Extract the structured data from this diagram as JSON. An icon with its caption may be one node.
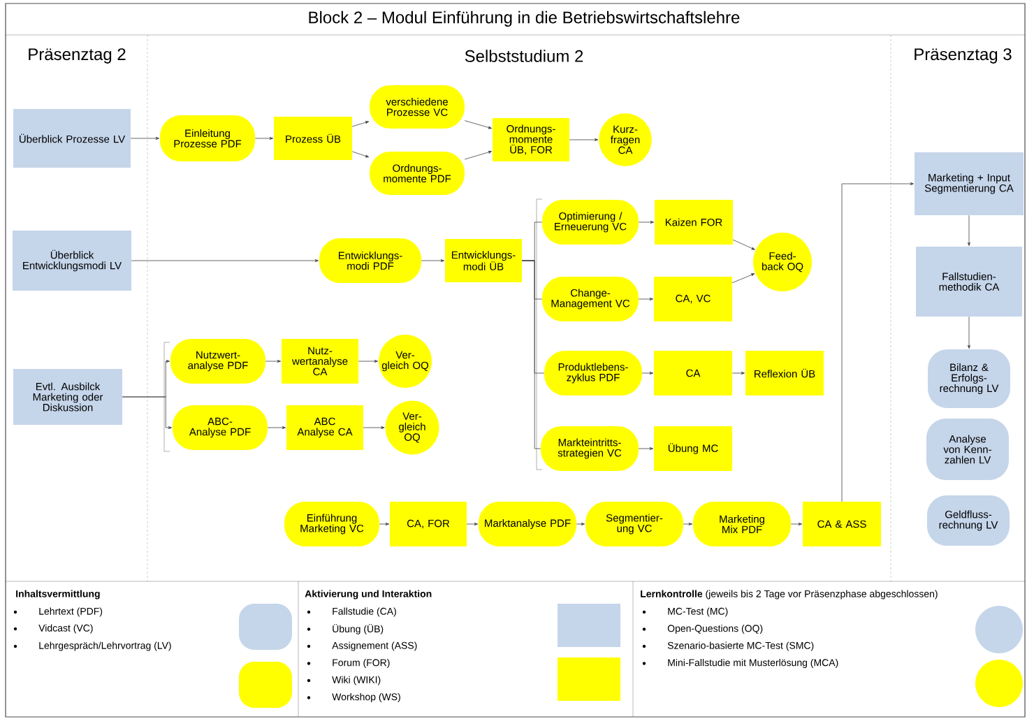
{
  "diagram": {
    "title": "Block 2 – Modul Einführung in die Betriebswirtschaftslehre",
    "nodes": [
      {
        "text": [
          "Überblick Prozesse LV"
        ]
      },
      {
        "text": [
          "Einleitung Prozesse PDF"
        ]
      },
      {
        "text": [
          "Prozess ÜB"
        ]
      },
      {
        "text": [
          "verschiedene Prozesse VC"
        ]
      },
      {
        "text": [
          "Ordnungs- momente PDF"
        ]
      },
      {
        "text": [
          "Ordnungs- momente ÜB, FOR"
        ]
      },
      {
        "text": [
          "Kurz- fragen CA"
        ]
      },
      {
        "text": [
          "Überblick Entwicklungsmodi LV"
        ]
      },
      {
        "text": [
          "Entwicklungs- modi PDF"
        ]
      },
      {
        "text": [
          "Entwicklungs- modi ÜB"
        ]
      },
      {
        "text": [
          "Optimierung / Erneuerung VC"
        ]
      },
      {
        "text": [
          "Kaizen FOR"
        ]
      },
      {
        "text": [
          "Change- Management VC"
        ]
      },
      {
        "text": [
          "CA, VC"
        ]
      },
      {
        "text": [
          "Feed- back OQ"
        ]
      },
      {
        "text": [
          "Produktlebens- zyklus PDF"
        ]
      },
      {
        "text": [
          "CA"
        ]
      },
      {
        "text": [
          "Reflexion ÜB"
        ]
      },
      {
        "text": [
          "Markteintritts- strategien VC"
        ]
      },
      {
        "text": [
          "Übung MC"
        ]
      },
      {
        "text": [
          "Evtl. Ausbilck Marketing oder Diskussion"
        ]
      },
      {
        "text": [
          "Nutzwert- analyse PDF"
        ]
      },
      {
        "text": [
          "Nutz- wertanalyse CA"
        ]
      },
      {
        "text": [
          "Ver- gleich OQ"
        ]
      },
      {
        "text": [
          "ABC-Analyse PDF"
        ]
      },
      {
        "text": [
          "ABC Analyse CA"
        ]
      },
      {
        "text": [
          "Ver- gleich OQ"
        ]
      },
      {
        "text": [
          "Einführung Marketing VC"
        ]
      },
      {
        "text": [
          "CA, FOR"
        ]
      },
      {
        "text": [
          "Marktanalyse PDF"
        ]
      },
      {
        "text": [
          "Segmentier- ung VC"
        ]
      },
      {
        "text": [
          "Marketing Mix PDF"
        ]
      },
      {
        "text": [
          "CA & ASS"
        ]
      },
      {
        "text": [
          "Marketing + Input Segmentierung CA"
        ]
      },
      {
        "text": [
          "Fallstudien- methodik CA"
        ]
      },
      {
        "text": [
          "Bilanz & Erfolgs- rechnung LV"
        ]
      },
      {
        "text": [
          "Analyse von Kenn- zahlen LV"
        ]
      },
      {
        "text": [
          "Geldfluss- rechnung LV"
        ]
      }
    ],
    "edges": [
      {
        "from": 0,
        "to": 1,
        "arrow": "to"
      },
      {
        "from": 1,
        "to": 2,
        "arrow": "to"
      },
      {
        "from": 2,
        "to": 3,
        "arrow": "to"
      },
      {
        "from": 2,
        "to": 4,
        "arrow": "to"
      },
      {
        "from": 3,
        "to": 5,
        "arrow": "to"
      },
      {
        "from": 4,
        "to": 5,
        "arrow": "to"
      },
      {
        "from": 5,
        "to": 6,
        "arrow": "to"
      },
      {
        "from": 7,
        "to": 8,
        "arrow": "to"
      },
      {
        "from": 8,
        "to": 9,
        "arrow": "to"
      },
      {
        "from": 9,
        "to": 10,
        "arrow": "none"
      },
      {
        "from": 9,
        "to": 12,
        "arrow": "none"
      },
      {
        "from": 9,
        "to": 15,
        "arrow": "none"
      },
      {
        "from": 9,
        "to": 18,
        "arrow": "none"
      },
      {
        "from": 10,
        "to": 11,
        "arrow": "to"
      },
      {
        "from": 11,
        "to": 14,
        "arrow": "to"
      },
      {
        "from": 12,
        "to": 13,
        "arrow": "to"
      },
      {
        "from": 13,
        "to": 14,
        "arrow": "to"
      },
      {
        "from": 15,
        "to": 16,
        "arrow": "to"
      },
      {
        "from": 16,
        "to": 17,
        "arrow": "to"
      },
      {
        "from": 18,
        "to": 19,
        "arrow": "to"
      },
      {
        "from": 20,
        "to": 21,
        "arrow": "to"
      },
      {
        "from": 20,
        "to": 24,
        "arrow": "to"
      },
      {
        "from": 21,
        "to": 22,
        "arrow": "to"
      },
      {
        "from": 22,
        "to": 23,
        "arrow": "to"
      },
      {
        "from": 24,
        "to": 25,
        "arrow": "to"
      },
      {
        "from": 25,
        "to": 26,
        "arrow": "to"
      },
      {
        "from": 27,
        "to": 28,
        "arrow": "to"
      },
      {
        "from": 28,
        "to": 29,
        "arrow": "to"
      },
      {
        "from": 29,
        "to": 30,
        "arrow": "to"
      },
      {
        "from": 30,
        "to": 31,
        "arrow": "to"
      },
      {
        "from": 31,
        "to": 32,
        "arrow": "to"
      },
      {
        "from": 32,
        "to": 33,
        "arrow": "to"
      },
      {
        "from": 33,
        "to": 34,
        "arrow": "to"
      },
      {
        "from": 34,
        "to": 35,
        "arrow": "to"
      }
    ],
    "labels": [
      "Präsenztag 2",
      "Selbststudium 2",
      "Präsenztag 3",
      "Inhaltsvermittlung",
      "Lehrtext (PDF)",
      "Vidcast (VC)",
      "Lehrgespräch/Lehrvortrag (LV)",
      "Aktivierung und Interaktion",
      "Fallstudie (CA)",
      "Übung (ÜB)",
      "Assignement (ASS)",
      "Forum (FOR)",
      "Wiki (WIKI)",
      "Workshop (WS)",
      "**Lernkontrolle** (jeweils bis 2 Tage vor Präsenzphase abgeschlossen)",
      "MC-Test (MC)",
      "Open-Questions (OQ)",
      "Szenario-basierte MC-Test (SMC)",
      "Mini-Fallstudie mit Musterlösung (MCA)"
    ]
  }
}
